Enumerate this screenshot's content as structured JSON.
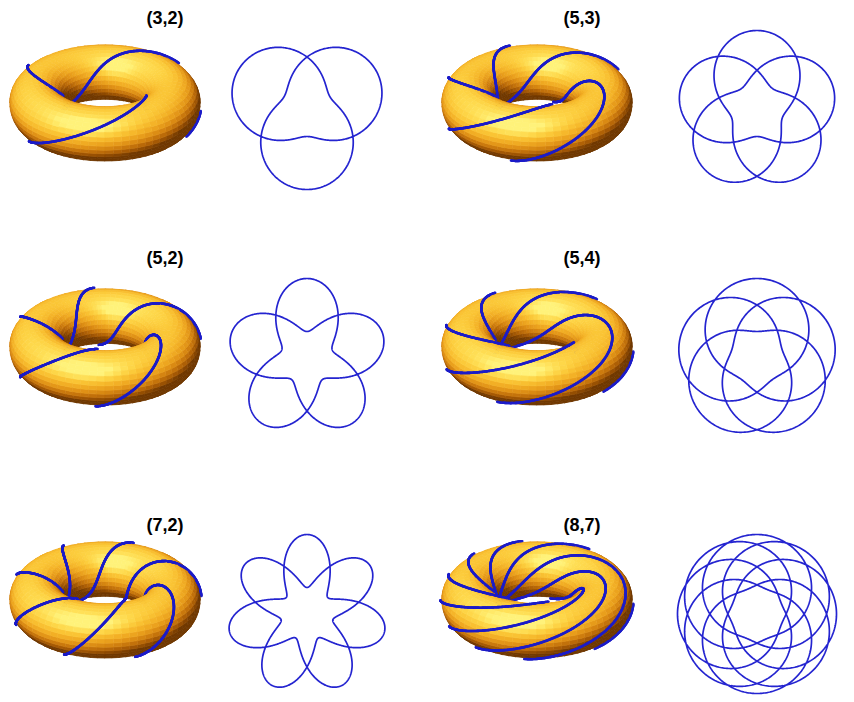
{
  "diagram": {
    "labels": [
      "(3,2)",
      "(5,3)",
      "(5,2)",
      "(5,4)",
      "(7,2)",
      "(8,7)"
    ]
  }
}
